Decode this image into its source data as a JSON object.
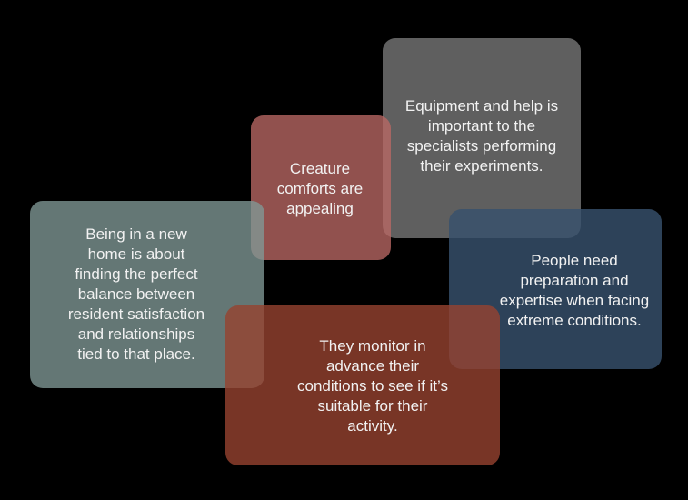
{
  "boxes": {
    "equipment": "Equipment and help is\nimportant to the\nspecialists performing\ntheir experiments.",
    "creature": "Creature\ncomforts are\nappealing",
    "home": "Being in a new\nhome is about\nfinding the perfect\nbalance between\nresident satisfaction\nand relationships\ntied to that place.",
    "people": "People need\npreparation and\nexpertise when facing\nextreme conditions.",
    "monitor": "They monitor in\nadvance their\nconditions to see if it’s\nsuitable for their\nactivity."
  },
  "colors": {
    "background": "#000000",
    "equipment": "#707070",
    "creature": "#ba6864",
    "home": "#809896",
    "people": "#37506c",
    "monitor": "#964230",
    "text": "#f2f2f2"
  }
}
